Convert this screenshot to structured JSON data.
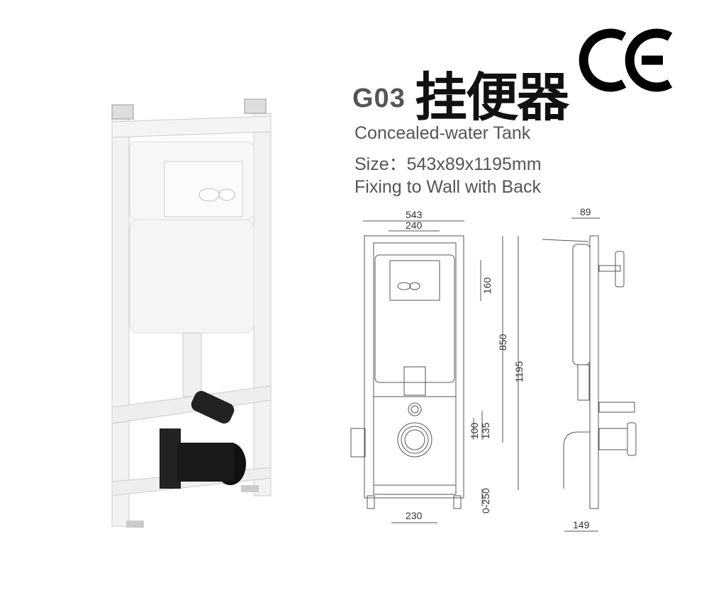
{
  "product": {
    "model": "G03",
    "name_cn": "挂便器",
    "certification": "CE",
    "name_en": "Concealed-water Tank",
    "size": "Size：543x89x1195mm",
    "mounting": "Fixing to Wall with Back"
  },
  "front_view": {
    "width_total": "543",
    "plate_width": "240",
    "plate_height": "160",
    "height_850": "850",
    "height_total": "1195",
    "dim_100": "100",
    "dim_135": "135",
    "leg_adjust": "0-250",
    "bolt_spacing": "230"
  },
  "side_view": {
    "depth": "89",
    "base_depth": "149"
  }
}
